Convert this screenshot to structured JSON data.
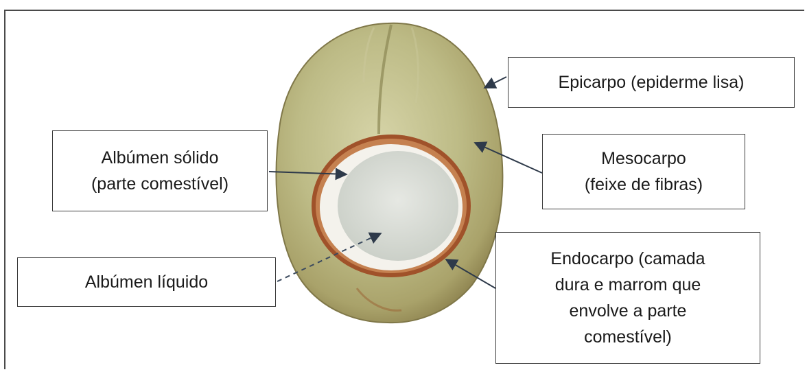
{
  "labels": {
    "epicarpo": "Epicarpo (epiderme lisa)",
    "mesocarpo": {
      "line1": "Mesocarpo",
      "line2": "(feixe de fibras)"
    },
    "albumen_solido": {
      "line1": "Albúmen sólido",
      "line2": "(parte comestível)"
    },
    "albumen_liquido": "Albúmen líquido",
    "endocarpo": {
      "line1": "Endocarpo (camada",
      "line2": "dura e marrom que",
      "line3": "envolve a parte",
      "line4": "comestível)"
    }
  },
  "colors": {
    "husk": "#b4b47a",
    "husk_dark": "#8f8a55",
    "endocarp": "#9b4a22",
    "meat": "#f4f2ec",
    "liquid": "#d9ddd6",
    "box_border": "#3b3b3b",
    "arrow": "#2e3a4a"
  }
}
